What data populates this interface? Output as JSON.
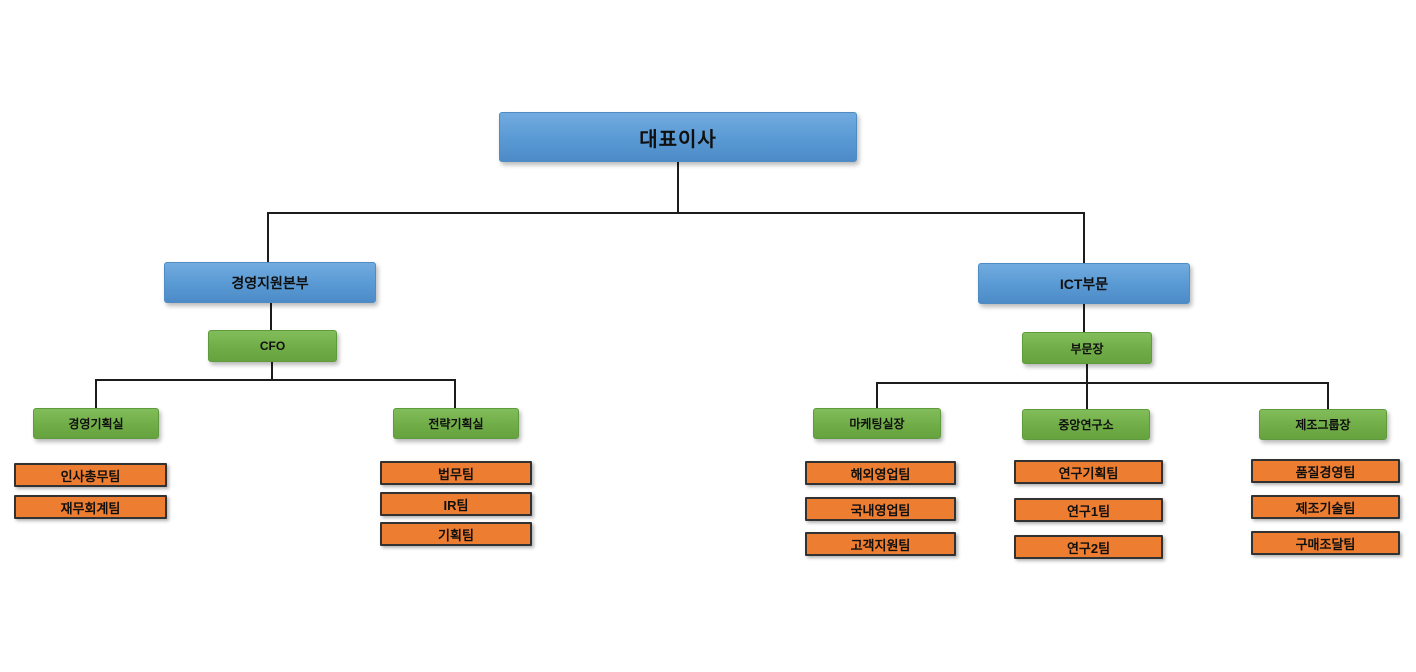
{
  "colors": {
    "top_level_box": "#5b9bd5",
    "manager_box": "#70ad47",
    "team_box": "#ed7d31",
    "connector_line": "#1c1c1c",
    "text": "#101010",
    "background": "#ffffff"
  },
  "org_chart": {
    "root": {
      "label": "대표이사"
    },
    "branches": [
      {
        "label": "경영지원본부",
        "head": {
          "label": "CFO"
        },
        "departments": [
          {
            "label": "경영기획실",
            "teams": [
              "인사총무팀",
              "재무회계팀"
            ]
          },
          {
            "label": "전략기획실",
            "teams": [
              "법무팀",
              "IR팀",
              "기획팀"
            ]
          }
        ]
      },
      {
        "label": "ICT부문",
        "head": {
          "label": "부문장"
        },
        "departments": [
          {
            "label": "마케팅실장",
            "teams": [
              "해외영업팀",
              "국내영업팀",
              "고객지원팀"
            ]
          },
          {
            "label": "중앙연구소",
            "teams": [
              "연구기획팀",
              "연구1팀",
              "연구2팀"
            ]
          },
          {
            "label": "제조그룹장",
            "teams": [
              "품질경영팀",
              "제조기술팀",
              "구매조달팀"
            ]
          }
        ]
      }
    ]
  }
}
